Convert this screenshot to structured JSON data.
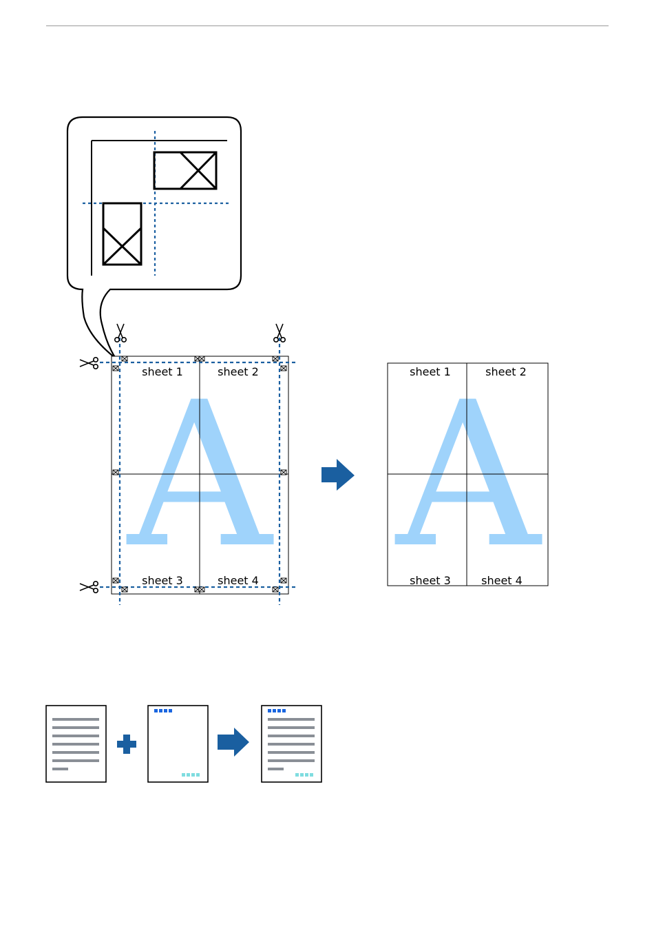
{
  "colors": {
    "cut_line": "#1a5fa0",
    "arrow": "#1a5fa0",
    "watermark_letter": "#9fd3fb",
    "grid_line": "#000000",
    "text_line": "#8a8f96",
    "header_mark": "#1a66e0",
    "footer_mark": "#7fdde0"
  },
  "figure1": {
    "watermark_letter": "A",
    "left_panel": {
      "labels": [
        "sheet 1",
        "sheet 2",
        "sheet 3",
        "sheet 4"
      ],
      "icons": [
        "scissors-icon",
        "alignment-mark-icon",
        "callout-balloon"
      ]
    },
    "right_panel": {
      "labels": [
        "sheet 1",
        "sheet 2",
        "sheet 3",
        "sheet 4"
      ]
    },
    "arrow_icon": "arrow-right-icon"
  },
  "figure2": {
    "icons": [
      "document-icon",
      "plus-icon",
      "header-footer-page-icon",
      "arrow-right-icon",
      "combined-document-icon"
    ]
  }
}
